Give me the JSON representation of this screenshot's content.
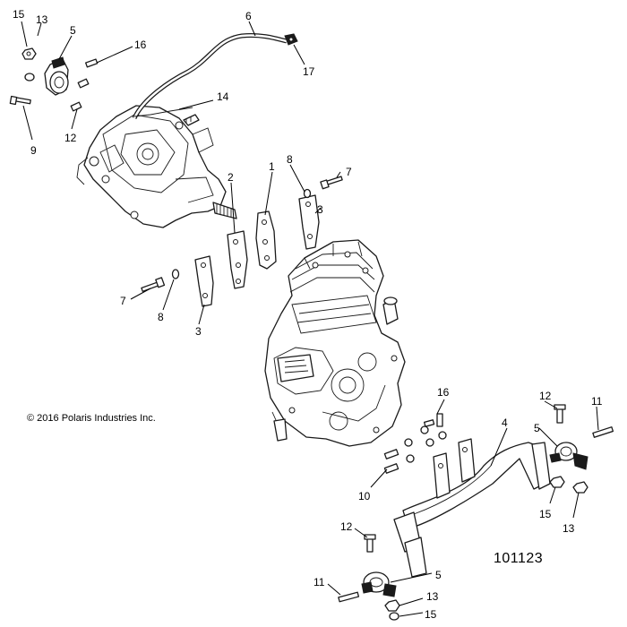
{
  "copyright": "© 2016 Polaris Industries Inc.",
  "drawing_number": "101123",
  "callouts": {
    "c1": "1",
    "c2": "2",
    "c3a": "3",
    "c3b": "3",
    "c4": "4",
    "c5a": "5",
    "c5b": "5",
    "c5c": "5",
    "c6": "6",
    "c7a": "7",
    "c7b": "7",
    "c8a": "8",
    "c8b": "8",
    "c9": "9",
    "c10": "10",
    "c11a": "11",
    "c11b": "11",
    "c12a": "12",
    "c12b": "12",
    "c12c": "12",
    "c13a": "13",
    "c13b": "13",
    "c13c": "13",
    "c14": "14",
    "c15a": "15",
    "c15b": "15",
    "c15c": "15",
    "c16a": "16",
    "c16b": "16",
    "c17": "17"
  }
}
